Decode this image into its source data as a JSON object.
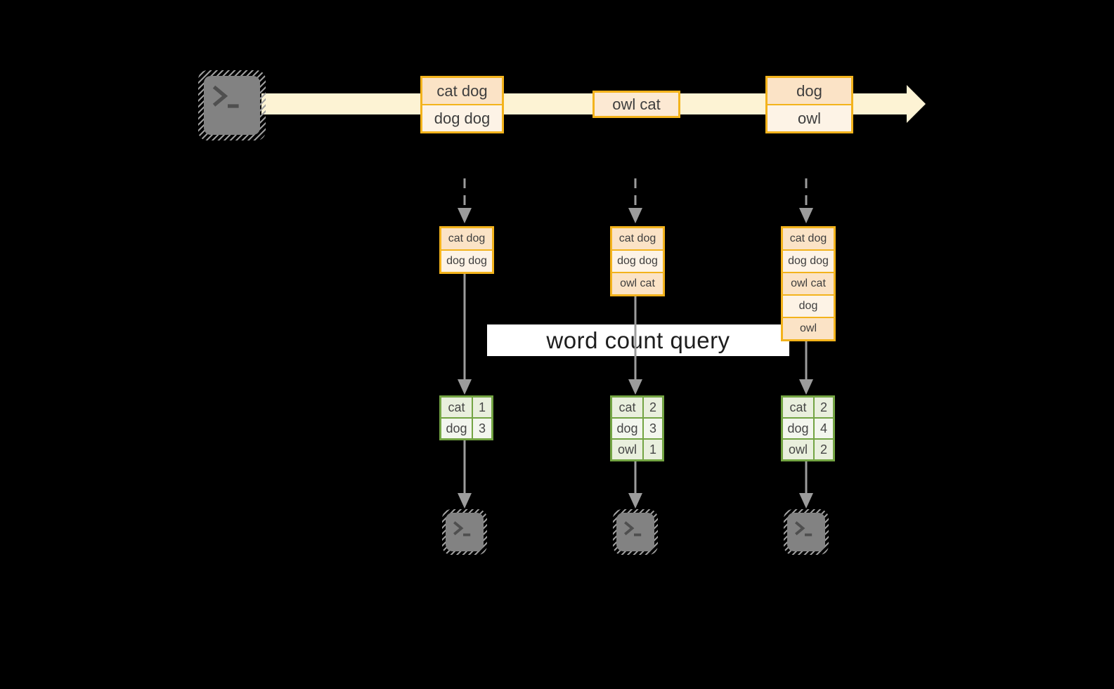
{
  "banner": {
    "label": "word count query"
  },
  "stream": {
    "source_icon": "terminal-icon",
    "events": [
      {
        "cells": [
          "cat dog",
          "dog dog"
        ]
      },
      {
        "cells": [
          "owl cat"
        ]
      },
      {
        "cells": [
          "dog",
          "owl"
        ]
      }
    ]
  },
  "columns": [
    {
      "log": [
        "cat dog",
        "dog dog"
      ],
      "counts": [
        {
          "word": "cat",
          "count": "1"
        },
        {
          "word": "dog",
          "count": "3"
        }
      ],
      "sink_icon": "terminal-icon"
    },
    {
      "log": [
        "cat dog",
        "dog dog",
        "owl cat"
      ],
      "counts": [
        {
          "word": "cat",
          "count": "2"
        },
        {
          "word": "dog",
          "count": "3"
        },
        {
          "word": "owl",
          "count": "1"
        }
      ],
      "sink_icon": "terminal-icon"
    },
    {
      "log": [
        "cat dog",
        "dog dog",
        "owl cat",
        "dog",
        "owl"
      ],
      "counts": [
        {
          "word": "cat",
          "count": "2"
        },
        {
          "word": "dog",
          "count": "4"
        },
        {
          "word": "owl",
          "count": "2"
        }
      ],
      "sink_icon": "terminal-icon"
    }
  ],
  "colors": {
    "background": "#000000",
    "stream_band": "#fdf3d4",
    "amber_border": "#f3b31c",
    "peach_fill": "#fbe3c6",
    "cream_fill": "#fdf3e6",
    "green_border": "#73a443",
    "green_fill_dark": "#e9efdd",
    "green_fill_light": "#f3f6ee",
    "arrow_gray": "#9c9c9c",
    "terminal_gray": "#828282",
    "banner_bg": "#ffffff",
    "banner_text": "#1d1d1d"
  }
}
